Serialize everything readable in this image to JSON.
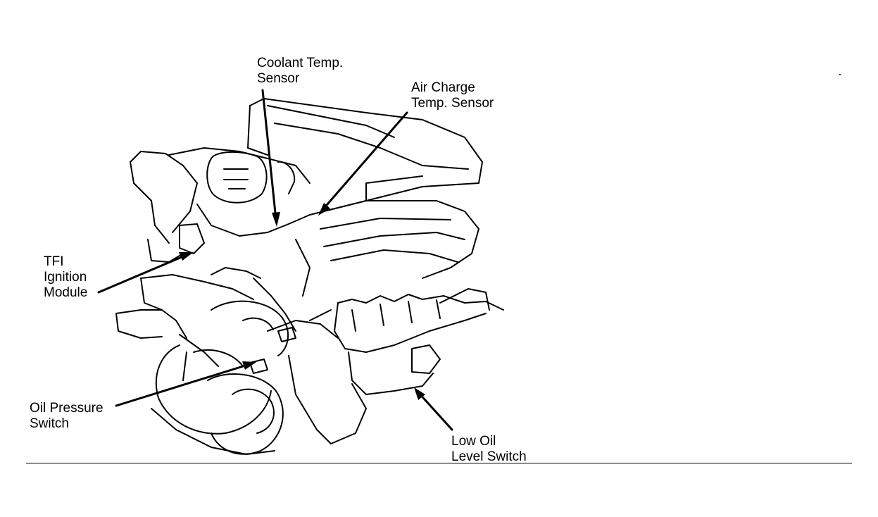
{
  "labels": {
    "coolant_temp_sensor": [
      "Coolant Temp.",
      "Sensor"
    ],
    "air_charge_temp_sensor": [
      "Air Charge",
      "Temp. Sensor"
    ],
    "tfi_ignition_module": [
      "TFI",
      "Ignition",
      "Module"
    ],
    "oil_pressure_switch": [
      "Oil Pressure",
      "Switch"
    ],
    "low_oil_level_switch": [
      "Low Oil",
      "Level Switch"
    ]
  },
  "colors": {
    "ink": "#000000",
    "paper": "#ffffff"
  }
}
